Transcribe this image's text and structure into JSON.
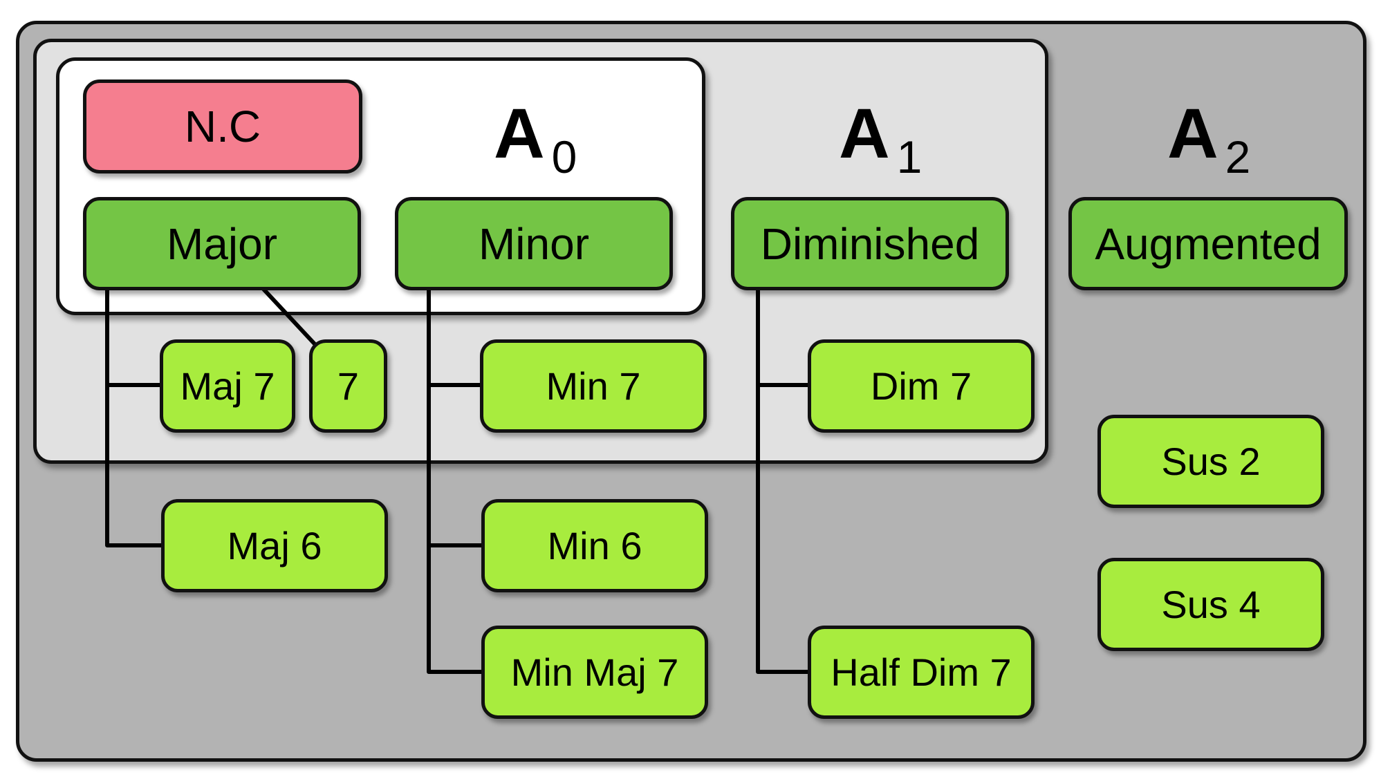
{
  "colors": {
    "outer_panel": "#b3b3b3",
    "middle_panel": "#e1e1e1",
    "inner_panel": "#ffffff",
    "base_chord": "#74c545",
    "extension_chord": "#a8ec3e",
    "no_chord": "#f57e8f"
  },
  "sets": {
    "a0": {
      "letter": "A",
      "sub": "0"
    },
    "a1": {
      "letter": "A",
      "sub": "1"
    },
    "a2": {
      "letter": "A",
      "sub": "2"
    }
  },
  "nodes": {
    "nc": "N.C",
    "major": "Major",
    "minor": "Minor",
    "diminished": "Diminished",
    "augmented": "Augmented",
    "maj7": "Maj 7",
    "dom7": "7",
    "min7": "Min 7",
    "dim7": "Dim 7",
    "maj6": "Maj 6",
    "min6": "Min 6",
    "minmaj7": "Min Maj 7",
    "halfdim7": "Half Dim 7",
    "sus2": "Sus 2",
    "sus4": "Sus 4"
  },
  "edges": [
    [
      "major",
      "maj7"
    ],
    [
      "major",
      "dom7"
    ],
    [
      "major",
      "maj6"
    ],
    [
      "minor",
      "min7"
    ],
    [
      "minor",
      "min6"
    ],
    [
      "minor",
      "minmaj7"
    ],
    [
      "diminished",
      "dim7"
    ],
    [
      "diminished",
      "halfdim7"
    ]
  ]
}
